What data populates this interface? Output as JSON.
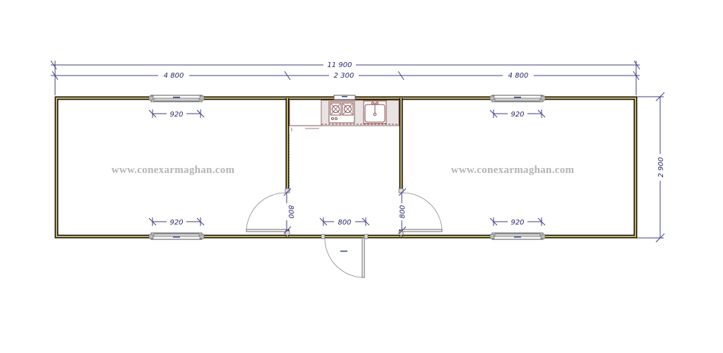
{
  "drawing": {
    "type": "floor-plan",
    "watermark_left": "www.conexarmaghan.com",
    "watermark_right": "www.conexarmaghan.com",
    "dimensions": {
      "overall_width": "11 900",
      "segment_left": "4 800",
      "segment_middle": "2 300",
      "segment_right": "4 800",
      "overall_depth": "2 900"
    },
    "windows": [
      {
        "room": "left",
        "side": "top",
        "width_label": "920"
      },
      {
        "room": "left",
        "side": "bottom",
        "width_label": "920"
      },
      {
        "room": "right",
        "side": "top",
        "width_label": "920"
      },
      {
        "room": "right",
        "side": "bottom",
        "width_label": "920"
      }
    ],
    "doors": [
      {
        "location": "left-room",
        "width_label": "800"
      },
      {
        "location": "entrance",
        "width_label": "800"
      },
      {
        "location": "right-room",
        "width_label": "800"
      }
    ],
    "fixtures": [
      "stove",
      "sink",
      "refrigerator-cabinet"
    ],
    "colors": {
      "dimension": "#1f1f8f",
      "wall_outer": "#111111",
      "wall_inner": "#c9b44a",
      "kitchen": "#8e4e4e",
      "watermark": "#b4b4b4"
    }
  }
}
